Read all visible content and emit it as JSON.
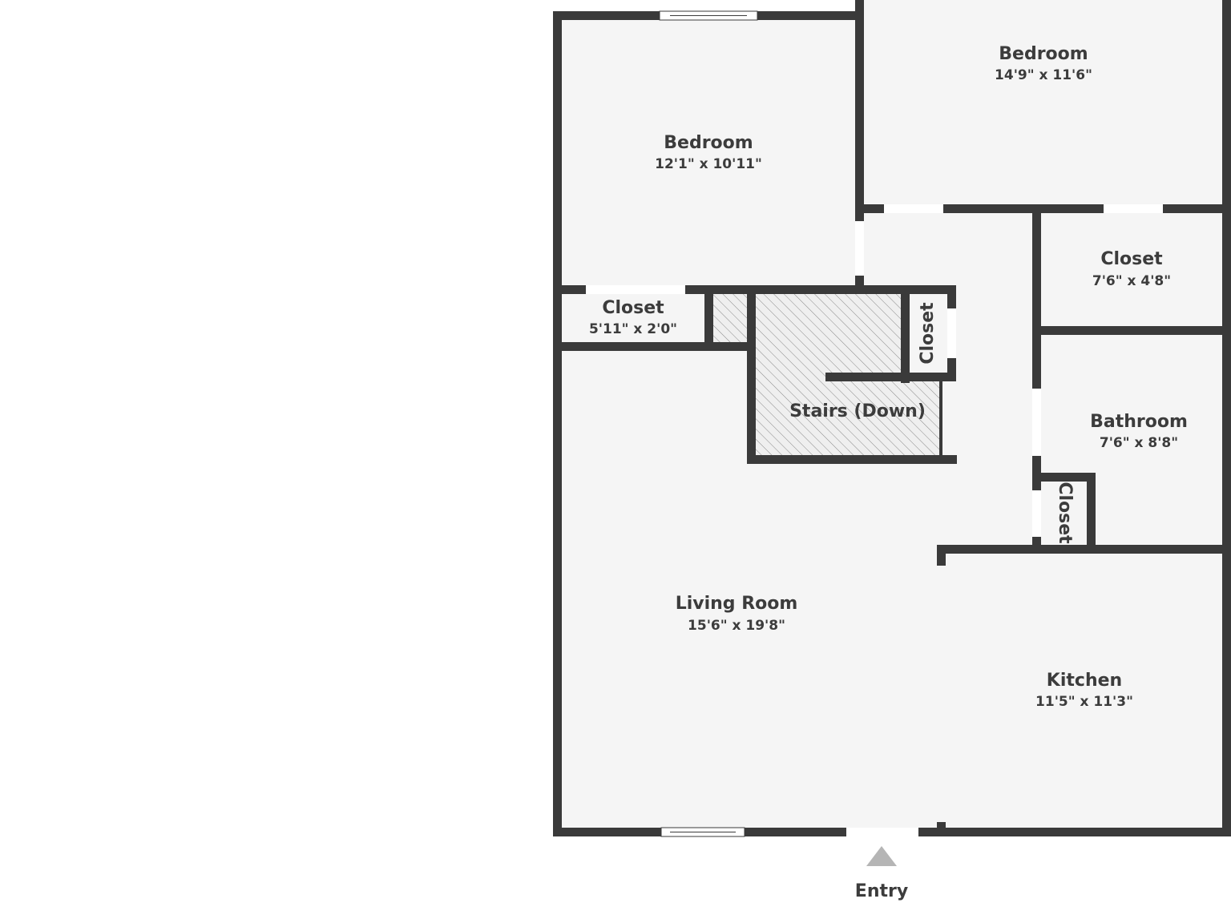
{
  "plan": {
    "wall_color": "#3a3a3a",
    "floor_color": "#f5f5f5",
    "stairs_fill": "#ececec",
    "entry_marker_color": "#b5b5b5",
    "rooms": {
      "bedroom_left": {
        "name": "Bedroom",
        "dims": "12'1\" x 10'11\""
      },
      "bedroom_right": {
        "name": "Bedroom",
        "dims": "14'9\" x 11'6\""
      },
      "closet_small": {
        "name": "Closet",
        "dims": "5'11\" x 2'0\""
      },
      "closet_right": {
        "name": "Closet",
        "dims": "7'6\" x 4'8\""
      },
      "closet_stair": {
        "name": "Closet"
      },
      "closet_bath": {
        "name": "Closet"
      },
      "stairs": {
        "name": "Stairs (Down)"
      },
      "bathroom": {
        "name": "Bathroom",
        "dims": "7'6\" x 8'8\""
      },
      "living_room": {
        "name": "Living Room",
        "dims": "15'6\" x 19'8\""
      },
      "kitchen": {
        "name": "Kitchen",
        "dims": "11'5\" x 11'3\""
      }
    },
    "entry": {
      "label": "Entry",
      "icon": "triangle-up-icon"
    }
  }
}
